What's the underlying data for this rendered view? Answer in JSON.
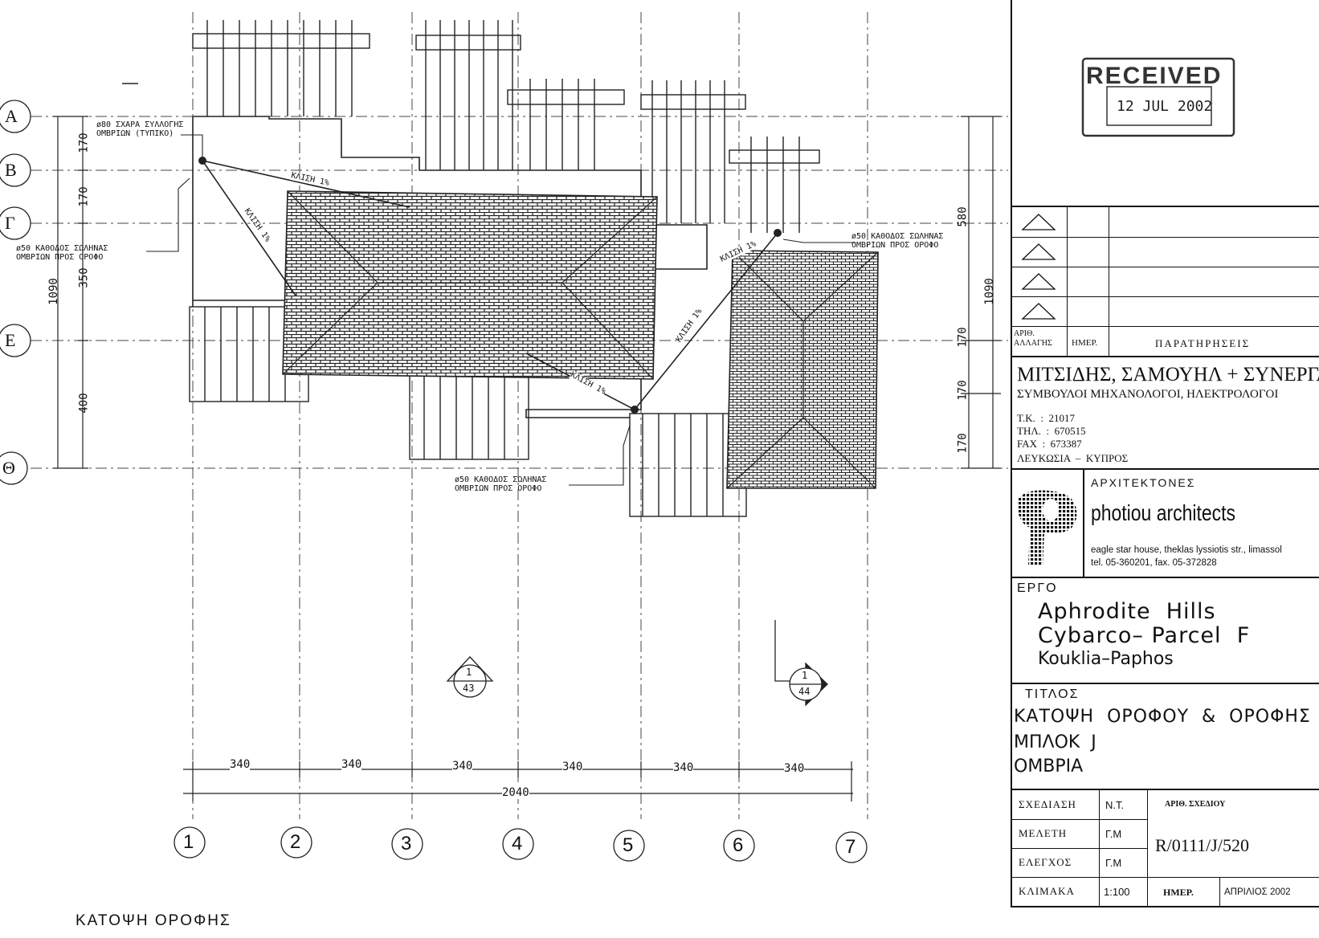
{
  "stamp": {
    "word": "RECEIVED",
    "date": "12 JUL 2002"
  },
  "axes": {
    "rows": [
      "A",
      "B",
      "Γ",
      "E",
      "Θ"
    ],
    "cols": [
      "1",
      "2",
      "3",
      "4",
      "5",
      "6",
      "7"
    ]
  },
  "left_dims": {
    "total": "1090",
    "parts": [
      "170",
      "170",
      "350",
      "400"
    ]
  },
  "right_dims": {
    "total": "1090",
    "parts": [
      "580",
      "170",
      "170",
      "170"
    ]
  },
  "bottom_dims": {
    "spans": [
      "340",
      "340",
      "340",
      "340",
      "340",
      "340"
    ],
    "total": "2040"
  },
  "notes": {
    "grate": [
      "ø80 ΣΧΑΡΑ ΣΥΛΛΟΓΗΣ",
      "ΟΜΒΡΙΩΝ (ΤΥΠΙΚΟ)"
    ],
    "pipe_left": [
      "ø50 ΚΑΘΟΔΟΣ ΣΩΛΗΝΑΣ",
      "ΟΜΒΡΙΩΝ ΠΡΟΣ ΟΡΟΦΟ"
    ],
    "pipe_right": [
      "ø50 ΚΑΘΟΔΟΣ ΣΩΛΗΝΑΣ",
      "ΟΜΒΡΙΩΝ ΠΡΟΣ ΟΡΟΦΟ"
    ],
    "pipe_mid": [
      "ø50 ΚΑΘΟΔΟΣ ΣΩΛΗΝΑΣ",
      "ΟΜΒΡΙΩΝ ΠΡΟΣ ΟΡΟΦΟ"
    ],
    "slope": "ΚΛΙΣΗ 1%"
  },
  "section_marks": [
    {
      "num": "1",
      "sheet": "43"
    },
    {
      "num": "1",
      "sheet": "44"
    }
  ],
  "caption": "ΚΑΤΟΨΗ ΟΡΟΦΗΣ",
  "revisions": {
    "headers": [
      "ΑΡΙΘ. ΑΛΛΑΓΗΣ",
      "ΗΜΕΡ.",
      "ΠΑΡΑΤΗΡΗΣΕΙΣ"
    ]
  },
  "engineers": {
    "name": "ΜΙΤΣΙΔΗΣ, ΣΑΜΟΥΗΛ + ΣΥΝΕΡΓΑΤΕΣ",
    "subtitle": "ΣΥΜΒΟΥΛΟΙ ΜΗΧΑΝΟΛΟΓΟΙ, ΗΛΕΚΤΡΟΛΟΓΟΙ",
    "lines": [
      "Τ.Κ.  :  21017",
      "ΤΗΛ.  :  670515",
      "FAX  :  673387",
      "ΛΕΥΚΩΣΙΑ  –  ΚΥΠΡΟΣ"
    ]
  },
  "architects": {
    "label": "ΑΡΧΙΤΕΚΤΟΝΕΣ",
    "name": "photiou architects",
    "address": "eagle star house, theklas lyssiotis str., limassol",
    "tel": "tel. 05-360201, fax. 05-372828"
  },
  "project": {
    "label": "ΕΡΓΟ",
    "lines": [
      "Aphrodite  Hills",
      "Cybarco– Parcel  F",
      "Kouklia–Paphos"
    ]
  },
  "title": {
    "label": "ΤΙΤΛΟΣ",
    "lines": [
      "ΚΑΤΟΨΗ  ΟΡΟΦΟΥ  &  ΟΡΟΦΗΣ",
      "ΜΠΛΟΚ  J",
      "ΟΜΒΡΙΑ"
    ]
  },
  "info": {
    "drawn_label": "ΣΧΕΔΙΑΣΗ",
    "drawn": "N.T.",
    "design_label": "ΜΕΛΕΤΗ",
    "design": "Γ.Μ",
    "check_label": "ΕΛΕΓΧΟΣ",
    "check": "Γ.Μ",
    "scale_label": "ΚΛΙΜΑΚΑ",
    "scale": "1:100",
    "dwg_label": "ΑΡΙΘ.  ΣΧΕΔΙΟΥ",
    "dwg": "R/0111/J/520",
    "date_label": "ΗΜΕΡ.",
    "date": "ΑΠΡΙΛΙΟΣ 2002"
  }
}
